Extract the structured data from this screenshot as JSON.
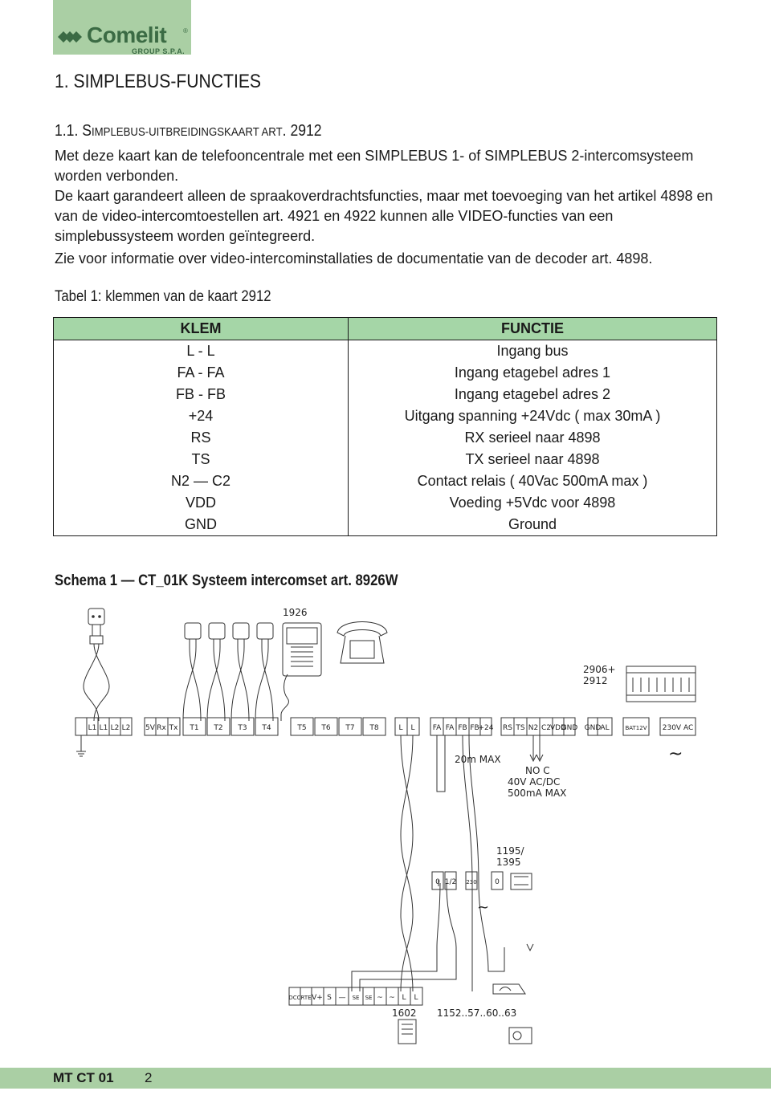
{
  "logo": {
    "name": "Comelit",
    "group": "GROUP S.P.A."
  },
  "heading1": "1. SIMPLEBUS-FUNCTIES",
  "heading2": {
    "num": "1.1. S",
    "sc1": "IMPLEBUS-UITBREIDINGSKAART ART",
    "rest": ". 2912"
  },
  "paragraphs": [
    "Met deze kaart kan de telefooncentrale met een SIMPLEBUS 1- of SIMPLEBUS 2-intercomsysteem worden verbonden.",
    "De kaart garandeert alleen de spraakoverdrachtsfuncties, maar met toevoeging van het artikel 4898 en van de video-intercomtoestellen art. 4921 en 4922 kunnen alle VIDEO-functies van een simplebussysteem worden geïntegreerd.",
    "Zie voor informatie over video-intercominstallaties de documentatie van de decoder art. 4898."
  ],
  "table": {
    "caption": "Tabel 1: klemmen van de kaart 2912",
    "headers": [
      "KLEM",
      "FUNCTIE"
    ],
    "rows": [
      [
        "L - L",
        "Ingang bus"
      ],
      [
        "FA - FA",
        "Ingang etagebel adres 1"
      ],
      [
        "FB - FB",
        "Ingang etagebel adres 2"
      ],
      [
        "+24",
        "Uitgang spanning +24Vdc ( max 30mA )"
      ],
      [
        "RS",
        "RX serieel naar 4898"
      ],
      [
        "TS",
        "TX serieel naar 4898"
      ],
      [
        "N2 — C2",
        "Contact relais ( 40Vac 500mA max )"
      ],
      [
        "VDD",
        "Voeding +5Vdc voor 4898"
      ],
      [
        "GND",
        "Ground"
      ]
    ]
  },
  "schema": {
    "caption": "Schema 1 — CT_01K Systeem intercomset art. 8926W",
    "label_1926": "1926",
    "label_2906": "2906+",
    "label_2912": "2912",
    "label_20m": "20m MAX",
    "relay_lines": [
      "NO C",
      "40V AC/DC",
      "500mA MAX"
    ],
    "label_1195": [
      "1195/",
      "1395"
    ],
    "label_1602": "1602",
    "label_1152": "1152..57..60..63",
    "terminals_main": [
      "L1",
      "L1",
      "L2",
      "L2",
      "5V",
      "Rx",
      "Tx",
      "T1",
      "T2",
      "T3",
      "T4",
      "T5",
      "T6",
      "T7",
      "T8",
      "L",
      "L",
      "FA",
      "FA",
      "FB",
      "FB",
      "+24",
      "RS",
      "TS",
      "N2",
      "C2",
      "VDD",
      "GND",
      "GND",
      "AL",
      "BAT12V",
      "230V AC"
    ],
    "terminals_1195": [
      "0",
      "1/2",
      "230",
      "0"
    ],
    "terminals_1602": [
      "DCC",
      "RTE",
      "V+",
      "S",
      "—",
      "SE",
      "SE",
      "~",
      "~",
      "L",
      "L"
    ]
  },
  "footer": {
    "code": "MT CT 01",
    "page": "2"
  }
}
